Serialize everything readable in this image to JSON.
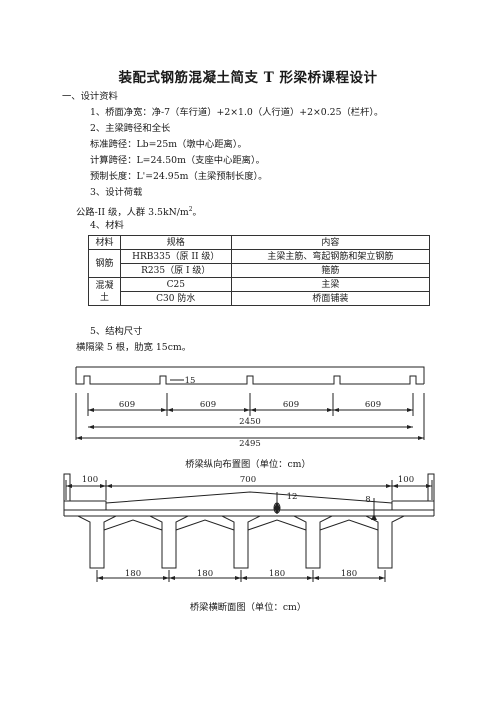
{
  "title": "装配式钢筋混凝土简支 T 形梁桥课程设计",
  "sec1": "一、设计资料",
  "item1": "1、桥面净宽：净-7（车行道）+2×1.0（人行道）+2×0.25（栏杆）。",
  "item2": "2、主梁跨径和全长",
  "item2a": "标准跨径：Lb=25m（墩中心距离）。",
  "item2b": "计算跨径：L=24.50m（支座中心距离）。",
  "item2c": "预制长度：L'=24.95m（主梁预制长度）。",
  "item3": "3、设计荷载",
  "item3a_main": "公路-II 级，人群 3.5kN/m",
  "item3a_sup": "2",
  "item3a_end": "。",
  "item4": "4、材料",
  "table": {
    "h_material": "材料",
    "h_spec": "规格",
    "h_content": "内容",
    "steel": "钢筋",
    "steel_r1_spec": "HRB335（原 II 级）",
    "steel_r1_content": "主梁主筋、弯起钢筋和架立钢筋",
    "steel_r2_spec": "R235（原 I 级）",
    "steel_r2_content": "箍筋",
    "concrete_1": "混凝",
    "concrete_2": "土",
    "con_r1_spec": "C25",
    "con_r1_content": "主梁",
    "con_r2_spec": "C30 防水",
    "con_r2_content": "桥面铺装"
  },
  "item5": "5、结构尺寸",
  "item5a": "横隔梁 5 根，肋宽 15cm。",
  "fig1": {
    "diaphragm_width": "15",
    "spans": [
      "609",
      "609",
      "609",
      "609"
    ],
    "span_total": "2450",
    "total_length": "2495",
    "caption": "桥梁纵向布置图（单位：cm）"
  },
  "fig2": {
    "left_walk": "100",
    "deck": "700",
    "right_walk": "100",
    "slope_a": "12",
    "slope_b": "8",
    "spacings": [
      "180",
      "180",
      "180",
      "180"
    ],
    "caption": "桥梁横断面图（单位：cm）"
  }
}
